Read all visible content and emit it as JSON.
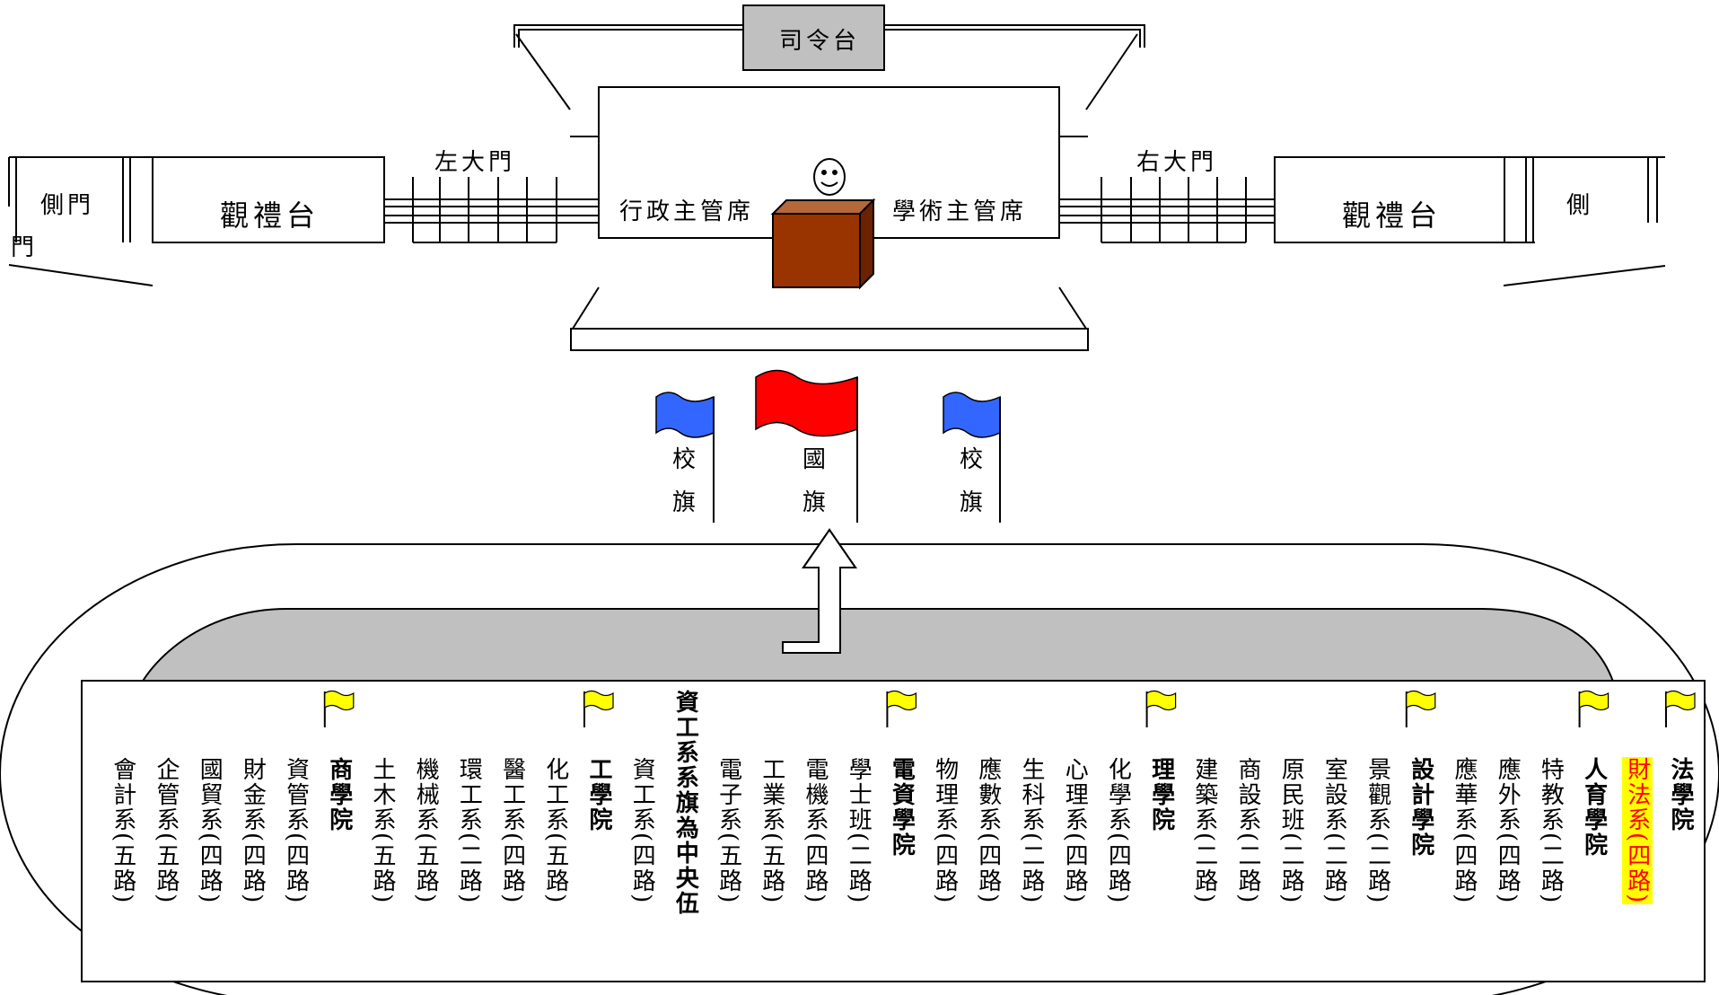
{
  "stage": {
    "podium": "司令台",
    "admin_seat": "行政主管席",
    "academic_seat": "學術主管席",
    "left_gate": "左大門",
    "right_gate": "右大門",
    "left_stand": "觀禮台",
    "right_stand": "觀禮台",
    "left_side_gate_a": "側門",
    "left_side_gate_b": "門",
    "right_side_gate": "側"
  },
  "flags": {
    "left_school_flag": [
      "校",
      "旗"
    ],
    "national_flag": [
      "國",
      "旗"
    ],
    "right_school_flag": [
      "校",
      "旗"
    ]
  },
  "colors": {
    "national_flag": "#ff0000",
    "school_flag": "#3366ff",
    "college_flag": "#ffff00",
    "podium_box": "#993300",
    "inner_track": "#c0c0c0",
    "highlight_bg": "#ffff00",
    "highlight_text": "#ff0000"
  },
  "formation": {
    "columns": [
      {
        "text": "法學院",
        "bold": true,
        "flag": true
      },
      {
        "text": "財法系(四路)",
        "highlight": true
      },
      {
        "text": "人育學院",
        "bold": true,
        "flag": true
      },
      {
        "text": "特教系(二路)"
      },
      {
        "text": "應外系(四路)"
      },
      {
        "text": "應華系(四路)"
      },
      {
        "text": "設計學院",
        "bold": true,
        "flag": true
      },
      {
        "text": "景觀系(二路)"
      },
      {
        "text": "室設系(二路)"
      },
      {
        "text": "原民班(二路)"
      },
      {
        "text": "商設系(二路)"
      },
      {
        "text": "建築系(二路)"
      },
      {
        "text": "理學院",
        "bold": true,
        "flag": true
      },
      {
        "text": "化學系(四路)"
      },
      {
        "text": "心理系(四路)"
      },
      {
        "text": "生科系(二路)"
      },
      {
        "text": "應數系(四路)"
      },
      {
        "text": "物理系(四路)"
      },
      {
        "text": "電資學院",
        "bold": true,
        "flag": true
      },
      {
        "text": "學士班(二路)"
      },
      {
        "text": "電機系(四路)"
      },
      {
        "text": "工業系(五路)"
      },
      {
        "text": "電子系(五路)"
      },
      {
        "text": "資工系系旗為中央伍",
        "bold": true,
        "top": true
      },
      {
        "text": "資工系(四路)"
      },
      {
        "text": "工學院",
        "bold": true,
        "flag": true
      },
      {
        "text": "化工系(五路)"
      },
      {
        "text": "醫工系(四路)"
      },
      {
        "text": "環工系(二路)"
      },
      {
        "text": "機械系(五路)"
      },
      {
        "text": "土木系(五路)"
      },
      {
        "text": "商學院",
        "bold": true,
        "flag": true
      },
      {
        "text": "資管系(四路)"
      },
      {
        "text": "財金系(四路)"
      },
      {
        "text": "國貿系(四路)"
      },
      {
        "text": "企管系(五路)"
      },
      {
        "text": "會計系(五路)"
      }
    ]
  }
}
